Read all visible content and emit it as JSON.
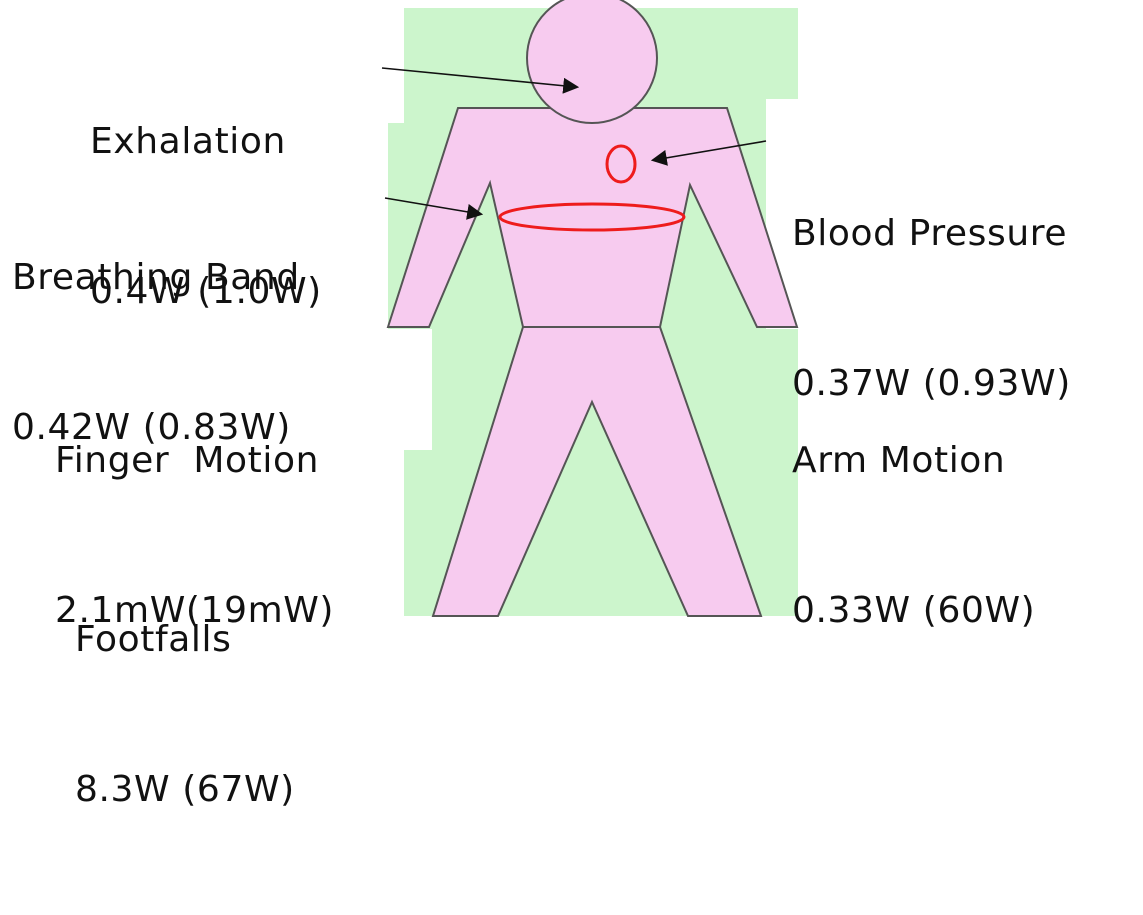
{
  "colors": {
    "background_panel": "#ccf5cc",
    "body_fill": "#f7cbef",
    "outline": "#555555",
    "sensor_red": "#ee1c1c",
    "text": "#111111"
  },
  "labels": {
    "exhalation": {
      "name": "Exhalation",
      "value": "0.4W (1.0W)"
    },
    "breathing_band": {
      "name": "Breathing Band",
      "value": "0.42W (0.83W)"
    },
    "blood_pressure": {
      "name": "Blood Pressure",
      "value": "0.37W (0.93W)"
    },
    "finger_motion": {
      "name": "Finger  Motion",
      "value": "2.1mW(19mW)"
    },
    "arm_motion": {
      "name": "Arm Motion",
      "value": "0.33W (60W)"
    },
    "footfalls": {
      "name": "Footfalls",
      "value": "8.3W (67W)"
    }
  }
}
